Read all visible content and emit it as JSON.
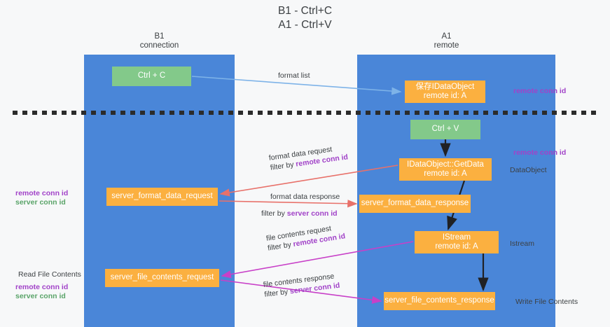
{
  "title": "B1 - Ctrl+C\nA1 - Ctrl+V",
  "lanes": [
    {
      "name": "b1",
      "header": "B1\nconnection"
    },
    {
      "name": "a1",
      "header": "A1\nremote"
    }
  ],
  "colors": {
    "lane_blue": "#4a86d8",
    "box_green": "#83c98a",
    "box_orange": "#fbb040",
    "purple": "#a142c8",
    "green_text": "#5aa469",
    "arrow_blue": "#7eb3e8",
    "arrow_red": "#e8716a",
    "arrow_magenta": "#c840c8",
    "arrow_black": "#202124",
    "background": "#f7f8f9",
    "text": "#3c4043"
  },
  "boxes": {
    "ctrl_c": "Ctrl + C",
    "save_idataobject": "保存IDataObject\nremote id: A",
    "ctrl_v": "Ctrl + V",
    "getdata": "IDataObject::GetData\nremote id: A",
    "server_format_data_request": "server_format_data_request",
    "server_format_data_response": "server_format_data_response",
    "istream": "IStream\nremote id: A",
    "server_file_contents_request": "server_file_contents_request",
    "server_file_contents_response": "server_file_contents_response"
  },
  "edges": {
    "format_list": "format list",
    "format_data_request": "format data request",
    "format_data_request_filter_prefix": "filter by ",
    "format_data_request_filter_key": "remote conn id",
    "format_data_response": "format data response",
    "format_data_response_filter_prefix": "filter by ",
    "format_data_response_filter_key": "server conn id",
    "file_contents_request": "file contents request",
    "file_contents_request_filter_prefix": "filter by ",
    "file_contents_request_filter_key": "remote conn id",
    "file_contents_response": "file contents response",
    "file_contents_response_filter_prefix": "filter by ",
    "file_contents_response_filter_key": "server conn id"
  },
  "right_labels": {
    "remote_conn_id_top": "remote conn id",
    "remote_conn_id_mid": "remote conn id",
    "dataobject": "DataObject",
    "istream": "Istream",
    "write_file_contents": "Write File Contents"
  },
  "left_labels": {
    "mid_tag_remote": "remote conn id",
    "mid_tag_server": "server conn id",
    "read_file_contents": "Read File Contents",
    "bottom_tag_remote": "remote conn id",
    "bottom_tag_server": "server conn id"
  }
}
